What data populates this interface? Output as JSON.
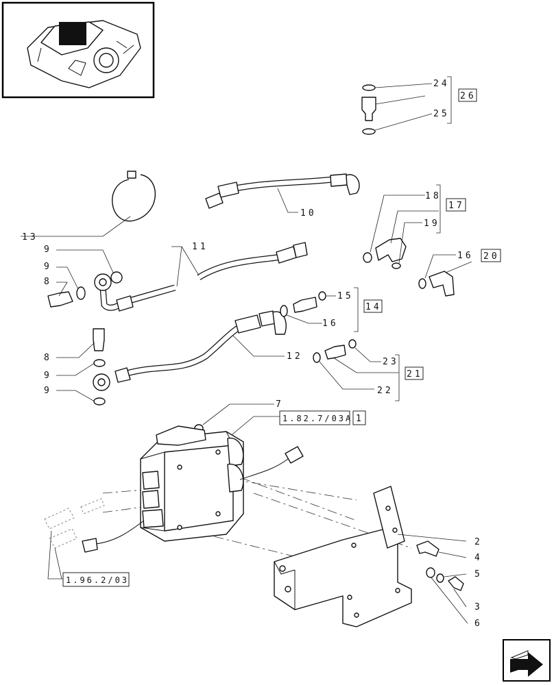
{
  "callouts": {
    "c1": "1",
    "c2": "2",
    "c3": "3",
    "c4": "4",
    "c5": "5",
    "c6": "6",
    "c7": "7",
    "c8a": "8",
    "c8b": "8",
    "c9a": "9",
    "c9b": "9",
    "c9c": "9",
    "c9d": "9",
    "c10": "10",
    "c11": "11",
    "c12": "12",
    "c13": "13",
    "c14": "14",
    "c15": "15",
    "c16a": "16",
    "c16b": "16",
    "c17": "17",
    "c18": "18",
    "c19": "19",
    "c20": "20",
    "c21": "21",
    "c22": "22",
    "c23": "23",
    "c24": "24",
    "c25": "25",
    "c26": "26"
  },
  "refs": {
    "ref_top": "1.82.7/03A",
    "ref_bottom": "1.96.2/03"
  },
  "nav": {
    "icon": "next-page-arrow-icon"
  }
}
